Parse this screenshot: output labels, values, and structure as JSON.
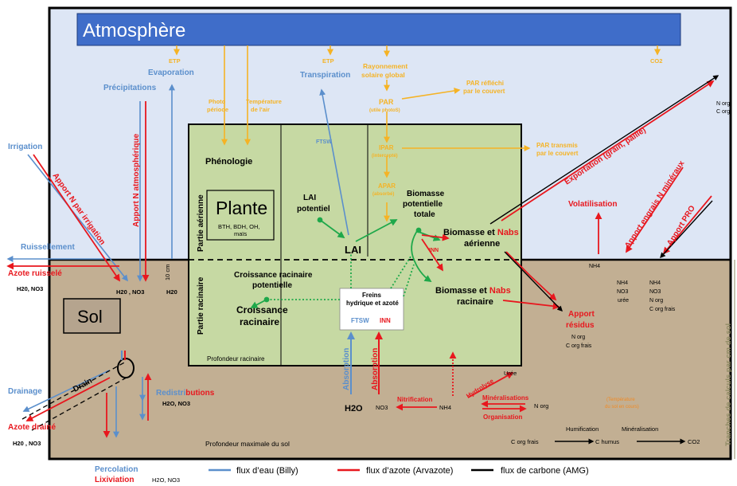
{
  "colors": {
    "water": "#5b8fcc",
    "nitrogen": "#e8171e",
    "carbon": "#000000",
    "energy": "#f5b325",
    "green": "#1ea84a",
    "orange": "#f08a24",
    "sky": "#dde6f5",
    "soil": "#c2af93",
    "plant": "#c6d9a3",
    "atmo_bar": "#3f6dc9",
    "sol_box": "#b5a48e",
    "side_label": "#8e8a63"
  },
  "labels": {
    "atmosphere": "Atmosphère",
    "sol": "Sol",
    "plante": "Plante",
    "plante_crops": "BTH, BDH, OH,",
    "plante_crops2": "maïs",
    "phenologie": "Phénologie",
    "partie_aerienne": "Partie aérienne",
    "partie_racinaire": "Partie racinaire",
    "lai_potentiel_1": "LAI",
    "lai_potentiel_2": "potentiel",
    "lai": "LAI",
    "biomasse_potentielle_1": "Biomasse",
    "biomasse_potentielle_2": "potentielle",
    "biomasse_potentielle_3": "totale",
    "biomasse_aerienne_1": "Biomasse et",
    "nabs_1": "Nabs",
    "biomasse_aerienne_2": "aérienne",
    "biomasse_racinaire_1": "Biomasse et",
    "nabs_2": "Nabs",
    "biomasse_racinaire_2": "racinaire",
    "croissance_potentielle_1": "Croissance racinaire",
    "croissance_potentielle_2": "potentielle",
    "croissance_1": "Croissance",
    "croissance_2": "racinaire",
    "freins_1": "Freins",
    "freins_2": "hydrique et azoté",
    "ftsw_freins": "FTSW",
    "inn_freins": "INN",
    "ftsw_top": "FTSW",
    "inn_mid": "INN",
    "profondeur_racinaire": "Profondeur racinaire",
    "profondeur_maximale": "Profondeur maximale du sol",
    "etp_1": "ETP",
    "evaporation": "Evaporation",
    "precipitations": "Précipitations",
    "photo_periode_1": "Photo",
    "photo_periode_2": "période",
    "temperature_air_1": "Température",
    "temperature_air_2": "de l'air",
    "etp_2": "ETP",
    "transpiration": "Transpiration",
    "rayonnement_1": "Rayonnement",
    "rayonnement_2": "solaire global",
    "par": "PAR",
    "par_sub": "(utile photoS)",
    "par_reflechi_1": "PAR réfléchi",
    "par_reflechi_2": "par le couvert",
    "ipar": "IPAR",
    "ipar_sub": "(intercepté)",
    "par_transmis_1": "PAR transmis",
    "par_transmis_2": "par le couvert",
    "apar": "APAR",
    "apar_sub": "(absorbé)",
    "co2_top": "CO2",
    "irrigation": "Irrigation",
    "apport_n_irrigation": "Apport N par irrigation",
    "apport_n_atmo": "Apport N atmosphérique",
    "ruissellement": "Ruissellement",
    "azote_ruissele": "Azote ruisselé",
    "h2o_no3_left": "H20, NO3",
    "h2o_no3_mid": "H20 , NO3",
    "h2o_mid": "H20",
    "ten_cm": "10 cm",
    "exportation": "Exportation (grain, paille)",
    "n_org_top": "N org",
    "c_org_top": "C org",
    "apport_engrais": "Apport engrais N minéraux",
    "apport_pro": "Apport PRO",
    "volatilisation": "Volatilisation",
    "nh4_vol": "NH4",
    "engrais_nh4": "NH4",
    "engrais_no3": "NO3",
    "engrais_uree": "urée",
    "pro_nh4": "NH4",
    "pro_no3": "NO3",
    "pro_norg": "N org",
    "pro_corg": "C org frais",
    "apport_residus_1": "Apport",
    "apport_residus_2": "résidus",
    "residus_norg": "N org",
    "residus_corg": "C org frais",
    "tranches": "Tranches de calculs par cm de sol",
    "drain": "Drain",
    "drainage": "Drainage",
    "azote_draine": "Azote drainé",
    "h2o_no3_drain": "H20 , NO3",
    "redistributions_1": "Redistri",
    "redistributions_2": "butions",
    "h2o_no3_redis": "H2O, NO3",
    "percolation": "Percolation",
    "lixiviation": "Lixiviation",
    "h2o_no3_bottom": "H2O, NO3",
    "absorption_water": "Absorption",
    "absorption_n": "Absorption",
    "h2o_soil": "H2O",
    "no3_soil": "NO3",
    "nh4_soil": "NH4",
    "norg_soil": "N org",
    "uree": "Urée",
    "hydrolyse": "Hydrolyse",
    "nitrification": "Nitrification",
    "mineralisations": "Minéralisations",
    "organisation": "Organisation",
    "temperature_sol_1": "(Température",
    "temperature_sol_2": "du sol en cours)",
    "humification": "Humification",
    "mineralisation": "Minéralisation",
    "c_org_frais": "C org frais",
    "c_humus": "C humus",
    "co2_bottom": "CO2"
  },
  "legend": {
    "water": "flux d’eau (Billy)",
    "nitrogen": "flux d’azote (Arvazote)",
    "carbon": "flux de carbone (AMG)"
  }
}
